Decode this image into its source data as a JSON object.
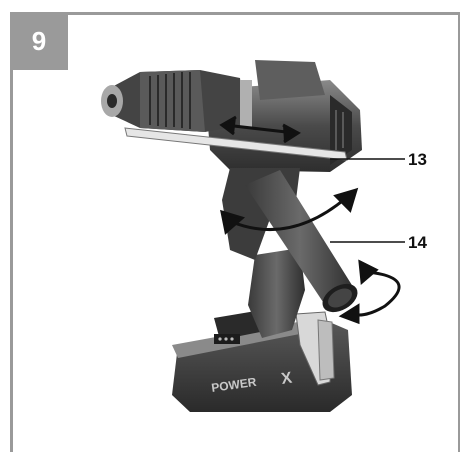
{
  "figure": {
    "number": "9"
  },
  "callouts": [
    {
      "label": "13"
    },
    {
      "label": "14"
    }
  ],
  "battery": {
    "brand_text": "POWER",
    "brand_mark": "X"
  },
  "colors": {
    "frame": "#9a9a9a",
    "tool_dark": "#3a3a3a",
    "tool_mid": "#6e6e6e",
    "arrow": "#111111"
  }
}
